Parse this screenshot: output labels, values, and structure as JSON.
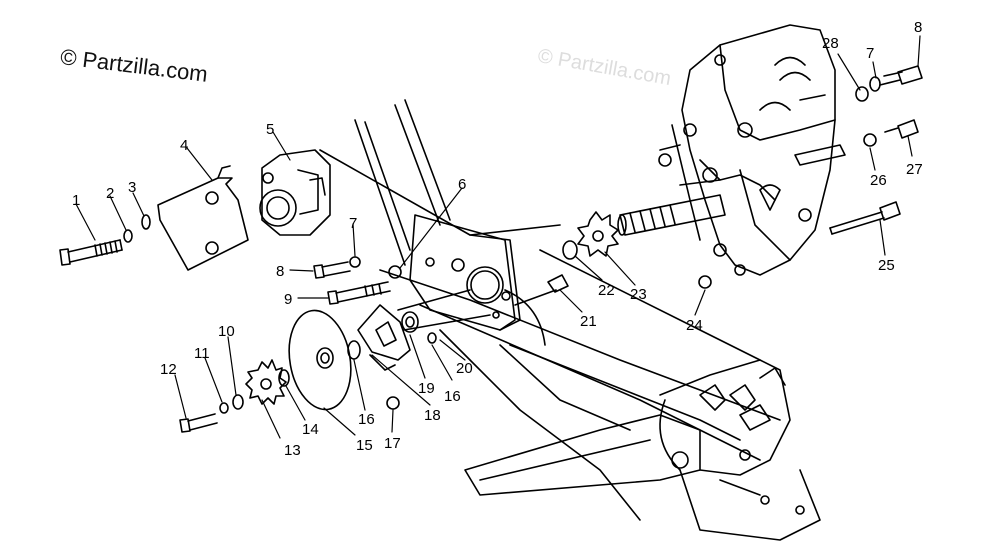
{
  "watermarks": {
    "main": "© Partzilla.com",
    "faint": "© Partzilla.com"
  },
  "callouts": [
    {
      "label": "1"
    },
    {
      "label": "2"
    },
    {
      "label": "3"
    },
    {
      "label": "4"
    },
    {
      "label": "5"
    },
    {
      "label": "6"
    },
    {
      "label": "7"
    },
    {
      "label": "8"
    },
    {
      "label": "9"
    },
    {
      "label": "10"
    },
    {
      "label": "11"
    },
    {
      "label": "12"
    },
    {
      "label": "13"
    },
    {
      "label": "14"
    },
    {
      "label": "15"
    },
    {
      "label": "16"
    },
    {
      "label": "16"
    },
    {
      "label": "17"
    },
    {
      "label": "18"
    },
    {
      "label": "19"
    },
    {
      "label": "20"
    },
    {
      "label": "21"
    },
    {
      "label": "22"
    },
    {
      "label": "23"
    },
    {
      "label": "24"
    },
    {
      "label": "25"
    },
    {
      "label": "26"
    },
    {
      "label": "27"
    },
    {
      "label": "28"
    },
    {
      "label": "7"
    },
    {
      "label": "8"
    }
  ],
  "colors": {
    "ink": "#000000",
    "watermark_faint": "#dddddd"
  }
}
